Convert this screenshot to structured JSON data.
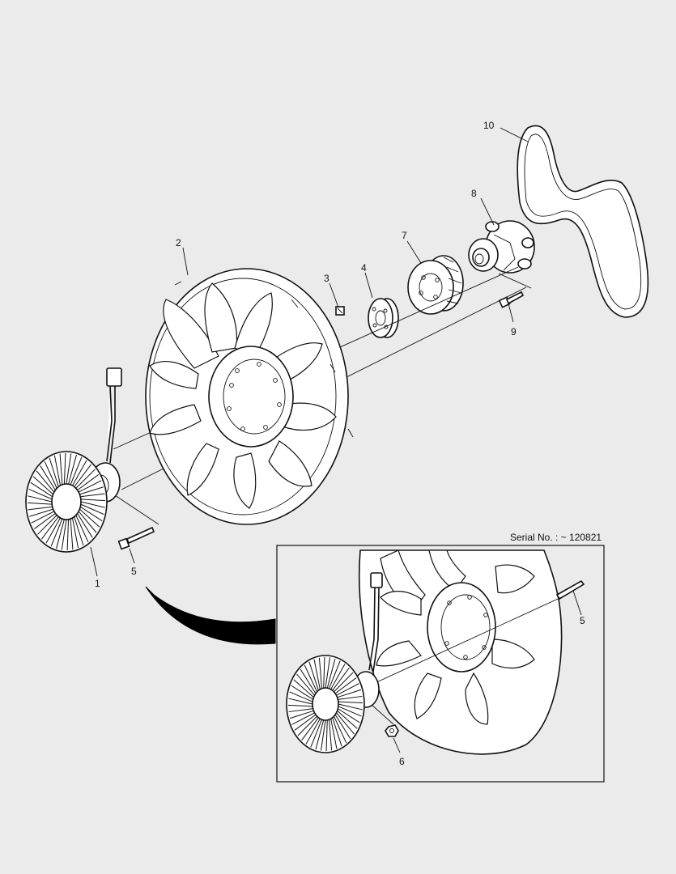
{
  "callouts": {
    "fan_clutch": "1",
    "fan": "2",
    "bolt_3": "3",
    "spacer": "4",
    "pulley": "7",
    "water_pump": "8",
    "bolt_9": "9",
    "belt": "10",
    "bolt_5": "5",
    "inset_stud_5": "5",
    "inset_nut_6": "6"
  },
  "inset": {
    "serial_label": "Serial No. : ~ 120821"
  }
}
